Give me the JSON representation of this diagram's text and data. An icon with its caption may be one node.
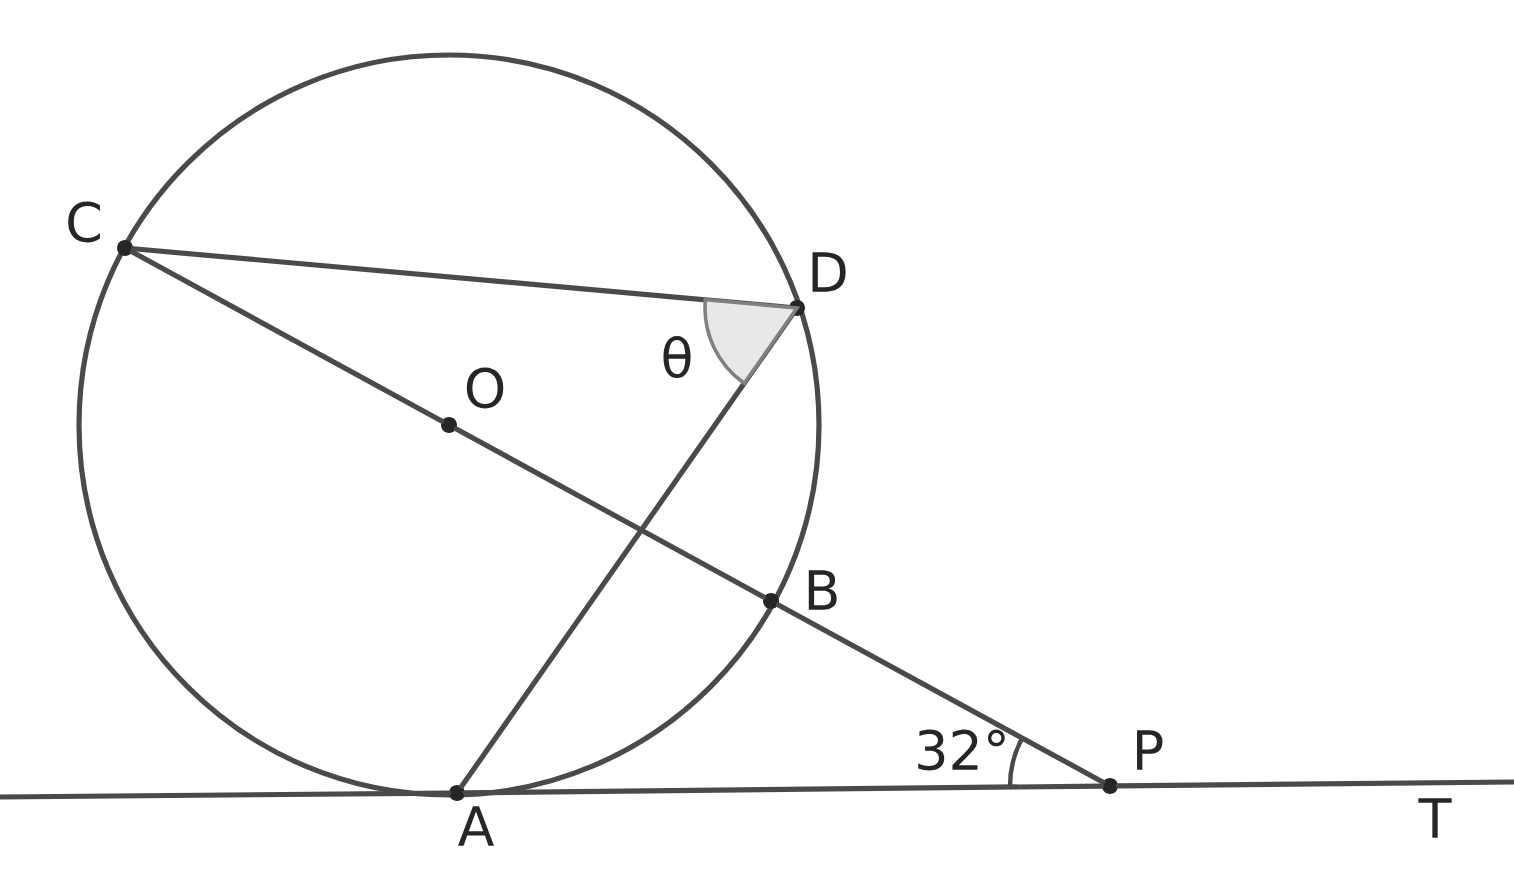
{
  "diagram": {
    "nodes": [
      {
        "text": [
          "C"
        ]
      },
      {
        "text": [
          "D"
        ]
      },
      {
        "text": [
          "O"
        ]
      },
      {
        "text": [
          "B"
        ]
      },
      {
        "text": [
          "A"
        ]
      },
      {
        "text": [
          "P"
        ]
      }
    ],
    "edges": [
      {
        "from": 0,
        "to": 1,
        "arrow": "none"
      },
      {
        "from": 0,
        "to": 2,
        "arrow": "none"
      },
      {
        "from": 2,
        "to": 3,
        "arrow": "none"
      },
      {
        "from": 3,
        "to": 5,
        "arrow": "none"
      },
      {
        "from": 1,
        "to": 4,
        "arrow": "none"
      },
      {
        "from": null,
        "to": 4,
        "arrow": "none"
      },
      {
        "from": 4,
        "to": 5,
        "arrow": "none"
      },
      {
        "from": 5,
        "to": null,
        "arrow": "none"
      }
    ],
    "labels": [
      "θ",
      "32°",
      "T"
    ]
  }
}
